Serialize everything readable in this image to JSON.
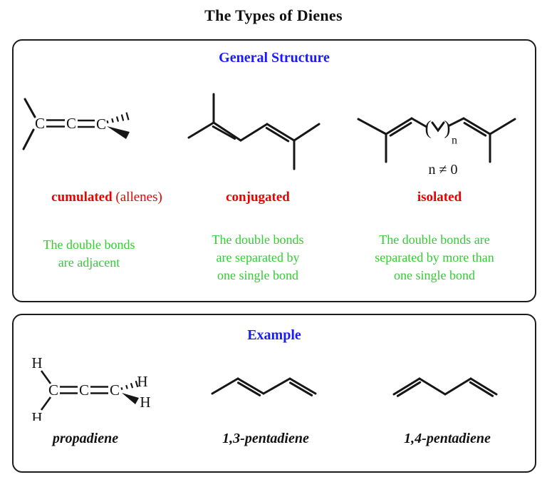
{
  "page": {
    "title": "The Types of Dienes"
  },
  "colors": {
    "heading_blue": "#1a1aff",
    "label_red": "#ee0000",
    "note_green": "#33cc33",
    "ink": "#161616"
  },
  "general_structure": {
    "header": "General Structure",
    "atom_c": "C",
    "paren_open": "(",
    "paren_close": ")",
    "repeat_subscript": "n",
    "repeat_condition": "n ≠ 0",
    "types": [
      {
        "name": "cumulated",
        "suffix": " (allenes)",
        "description": "The double bonds\nare adjacent"
      },
      {
        "name": "conjugated",
        "suffix": "",
        "description": "The double bonds\nare separated by\none single bond"
      },
      {
        "name": "isolated",
        "suffix": "",
        "description": "The double bonds are\nseparated by more than\none single bond"
      }
    ]
  },
  "example": {
    "header": "Example",
    "atom_c": "C",
    "atom_h": "H",
    "molecules": [
      {
        "name": "propadiene"
      },
      {
        "name": "1,3-pentadiene"
      },
      {
        "name": "1,4-pentadiene"
      }
    ]
  }
}
